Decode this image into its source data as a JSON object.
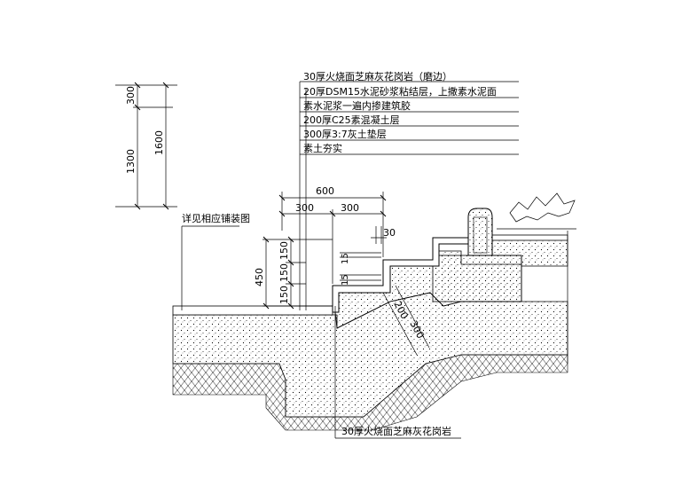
{
  "layers": [
    "30厚火烧面芝麻灰花岗岩（磨边）",
    "20厚DSM15水泥砂浆粘结层，上撒素水泥面",
    "素水泥浆一遍内掺建筑胶",
    "200厚C25素混凝土层",
    "300厚3:7灰土垫层",
    "素土夯实"
  ],
  "dims": {
    "left_300": "300",
    "left_1300": "1300",
    "left_1600": "1600",
    "tread_600": "600",
    "tread_300a": "300",
    "tread_300b": "300",
    "riser_450": "450",
    "riser_150a": "150",
    "riser_150b": "150",
    "riser_150c": "150",
    "gap_30": "30",
    "gap_15a": "15",
    "gap_15b": "15",
    "slope_200": "200",
    "slope_300": "300"
  },
  "ref_note": "详见相应铺装图",
  "bottom_note": "30厚火烧面芝麻灰花岗岩"
}
